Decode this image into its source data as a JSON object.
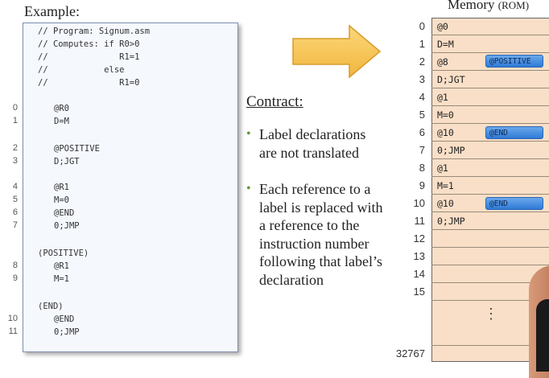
{
  "example": {
    "title": "Example:",
    "code_lines": [
      "// Program: Signum.asm",
      "// Computes: if R0>0",
      "//              R1=1",
      "//           else",
      "//              R1=0",
      "@R0",
      "D=M",
      "@POSITIVE",
      "D;JGT",
      "@R1",
      "M=0",
      "@END",
      "0;JMP",
      "(POSITIVE)",
      "@R1",
      "M=1",
      "(END)",
      "@END",
      "0;JMP"
    ],
    "line_numbers": [
      "0",
      "1",
      "2",
      "3",
      "4",
      "5",
      "6",
      "7",
      "8",
      "9",
      "10",
      "11"
    ]
  },
  "contract": {
    "title": "Contract:",
    "bullet1_lines": [
      "Label declarations",
      "are not translated"
    ],
    "bullet2_lines": [
      "Each reference to a",
      "label is replaced with",
      "a reference to the",
      "instruction number",
      "following  that label’s",
      "declaration"
    ],
    "bullet_glyph": "•"
  },
  "memory": {
    "title": "Memory",
    "title_small": "(ROM)",
    "addresses": [
      "0",
      "1",
      "2",
      "3",
      "4",
      "5",
      "6",
      "7",
      "8",
      "9",
      "10",
      "11",
      "12",
      "13",
      "14",
      "15"
    ],
    "instructions": [
      "@0",
      "D=M",
      "@8",
      "D;JGT",
      "@1",
      "M=0",
      "@10",
      "0;JMP",
      "@1",
      "M=1",
      "@10",
      "0;JMP",
      "",
      "",
      "",
      ""
    ],
    "labels": {
      "row2": "@POSITIVE",
      "row6": "@END",
      "row10": "@END"
    },
    "last_address": "32767",
    "dots": "⋮"
  },
  "colors": {
    "accent_badge": "#2f7ad6",
    "rom_fill": "#f9dfc7",
    "arrow_fill": "#f7c65a",
    "bullet_dot": "#5a9a2c"
  }
}
